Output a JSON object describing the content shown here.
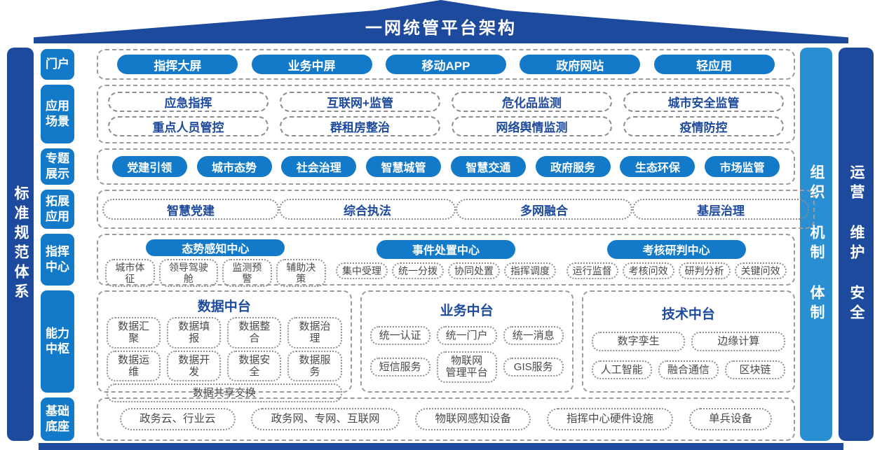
{
  "title": "一网统管平台架构",
  "left_bar": "标准规范体系",
  "right_bar_1": "组织 机制 体制",
  "right_bar_2": "运营 维护 安全",
  "portal": {
    "label": "门户",
    "items": [
      "指挥大屏",
      "业务中屏",
      "移动APP",
      "政府网站",
      "轻应用"
    ]
  },
  "scenes": {
    "label": "应用\n场景",
    "items": [
      "应急指挥",
      "互联网+监管",
      "危化品监测",
      "城市安全监管",
      "重点人员管控",
      "群租房整治",
      "网络舆情监测",
      "疫情防控"
    ]
  },
  "topics": {
    "label": "专题\n展示",
    "items": [
      "党建引领",
      "城市态势",
      "社会治理",
      "智慧城管",
      "智慧交通",
      "政府服务",
      "生态环保",
      "市场监管"
    ]
  },
  "expand": {
    "label": "拓展\n应用",
    "items": [
      "智慧党建",
      "综合执法",
      "多网融合",
      "基层治理"
    ]
  },
  "command": {
    "label": "指挥\n中心",
    "groups": [
      {
        "header": "态势感知中心",
        "items": [
          "城市体征",
          "领导驾驶舱",
          "监测预警",
          "辅助决策"
        ]
      },
      {
        "header": "事件处置中心",
        "items": [
          "集中受理",
          "统一分拨",
          "协同处置",
          "指挥调度"
        ]
      },
      {
        "header": "考核研判中心",
        "items": [
          "运行监督",
          "考核问效",
          "研判分析",
          "关键问效"
        ]
      }
    ]
  },
  "hub": {
    "label": "能力\n中枢",
    "platforms": [
      {
        "header": "数据中台",
        "rows": [
          [
            "数据汇聚",
            "数据填报",
            "数据整合",
            "数据治理"
          ],
          [
            "数据运维",
            "数据开发",
            "数据安全",
            "数据服务"
          ],
          [
            "数据共享交换"
          ]
        ]
      },
      {
        "header": "业务中台",
        "rows": [
          [
            "统一认证",
            "统一门户",
            "统一消息"
          ],
          [
            "短信服务",
            "物联网\n管理平台",
            "GIS服务"
          ]
        ]
      },
      {
        "header": "技术中台",
        "rows": [
          [
            "数字孪生",
            "边缘计算"
          ],
          [
            "人工智能",
            "融合通信",
            "区块链"
          ]
        ]
      }
    ]
  },
  "base": {
    "label": "基础\n底座",
    "items": [
      "政务云、行业云",
      "政务网、专网、互联网",
      "物联网感知设备",
      "指挥中心硬件设施",
      "单兵设备"
    ]
  },
  "colors": {
    "dark_blue": "#1d4a9d",
    "medium_blue": "#137ac9",
    "light_blue": "#2a8fd2",
    "blue_text": "#1d4a9d",
    "gray_text": "#4a4a4a"
  }
}
